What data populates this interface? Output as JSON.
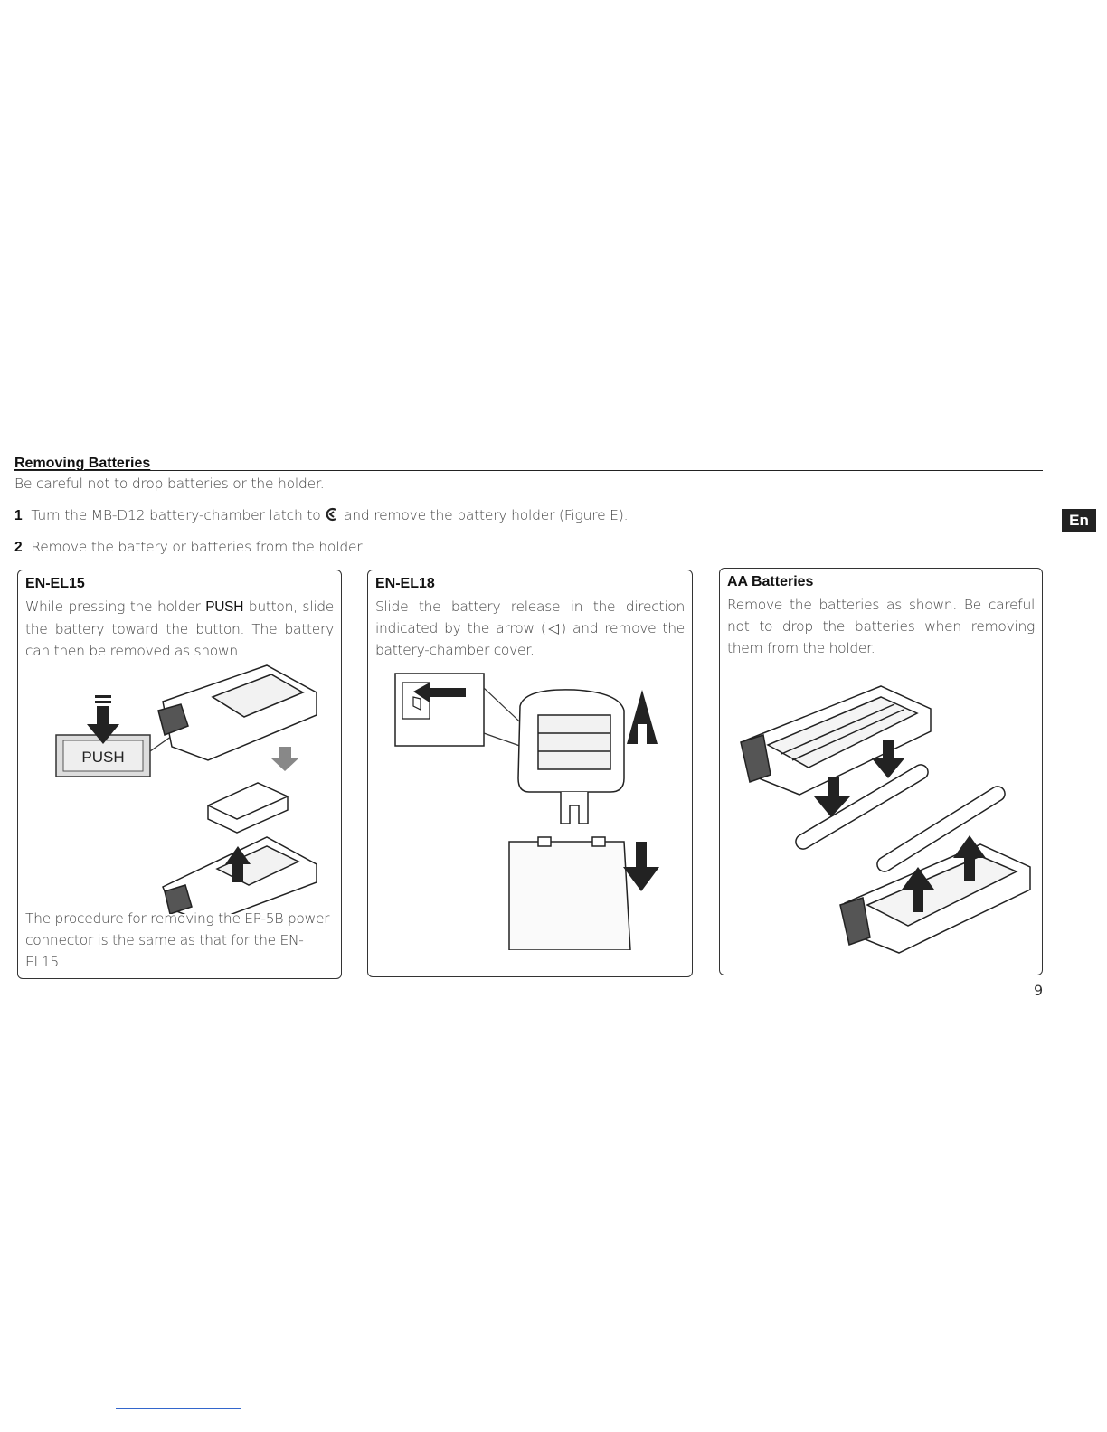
{
  "section": {
    "title": "Removing Batteries",
    "intro": "Be careful not to drop batteries or the holder.",
    "steps": [
      {
        "num": "1",
        "text_before": "Turn the MB-D12 battery-chamber latch to ",
        "latch_symbol": "unlock-latch-icon",
        "text_after": " and remove the battery holder (Figure E)."
      },
      {
        "num": "2",
        "text": "Remove the battery or batteries from the holder."
      }
    ]
  },
  "lang_tab": "En",
  "panels": {
    "enel15": {
      "heading": "EN-EL15",
      "text_before": "While pressing the holder ",
      "text_bold": "PUSH",
      "text_after": " button, slide the battery toward the button. The battery can then be removed as shown.",
      "push_label": "PUSH",
      "footer": "The procedure for removing the EP-5B power connector is the same as that for the EN-EL15."
    },
    "enel18": {
      "heading": "EN-EL18",
      "text": "Slide the battery release in the direction indicated by the arrow (◁) and remove the battery-chamber cover."
    },
    "aa": {
      "heading": "AA Batteries",
      "text": "Remove the batteries as shown. Be careful not to drop the batteries when removing them from the holder."
    }
  },
  "page_number": "9"
}
